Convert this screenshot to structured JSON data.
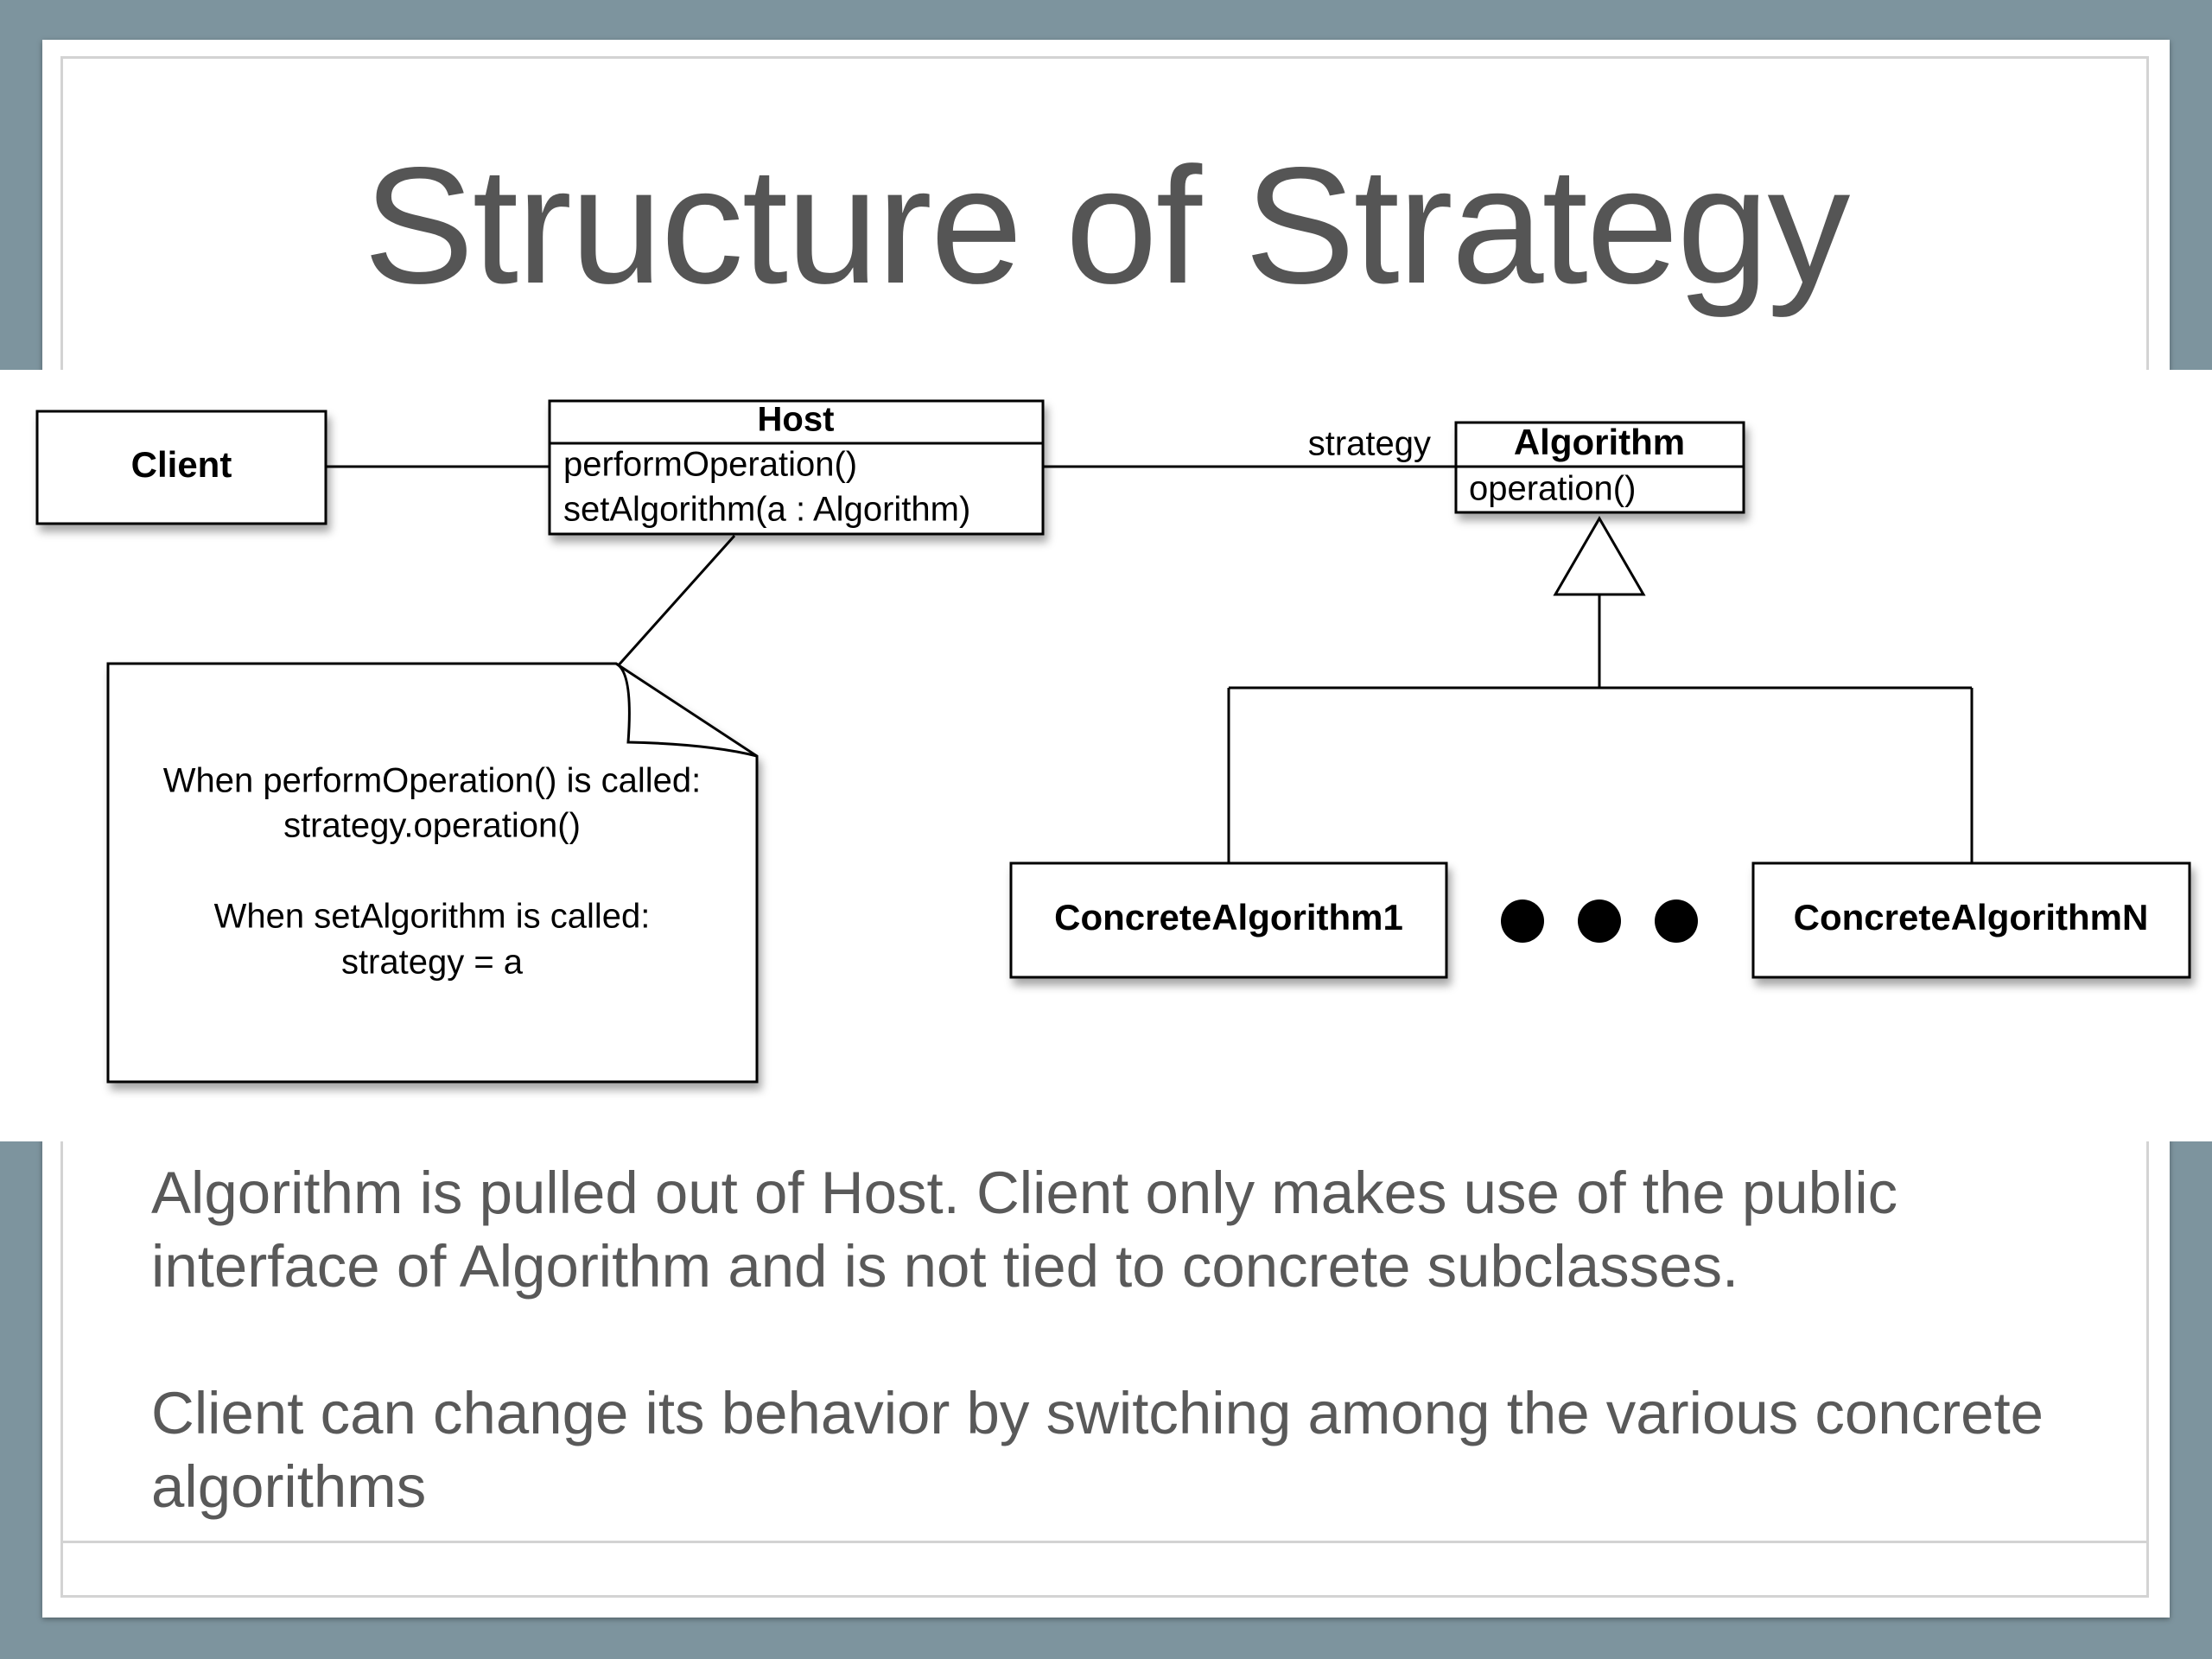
{
  "slide": {
    "title": "Structure of Strategy",
    "paragraphs": [
      "Algorithm is pulled out of Host. Client only makes use of the public interface of Algorithm and is not tied to concrete subclasses.",
      "Client can change its behavior by switching among the various concrete algorithms"
    ]
  },
  "diagram": {
    "client": {
      "name": "Client"
    },
    "host": {
      "name": "Host",
      "methods": [
        "performOperation()",
        "setAlgorithm(a : Algorithm)"
      ]
    },
    "association_label": "strategy",
    "algorithm": {
      "name": "Algorithm",
      "methods": [
        "operation()"
      ]
    },
    "concrete_first": "ConcreteAlgorithm1",
    "concrete_last": "ConcreteAlgorithmN",
    "note": {
      "lines": [
        "When performOperation() is called:",
        "strategy.operation()",
        "",
        "When setAlgorithm is called:",
        "strategy = a"
      ]
    }
  },
  "colors": {
    "background": "#7d949e",
    "title": "#555555",
    "body_text": "#595959",
    "diagram_stroke": "#000000"
  }
}
